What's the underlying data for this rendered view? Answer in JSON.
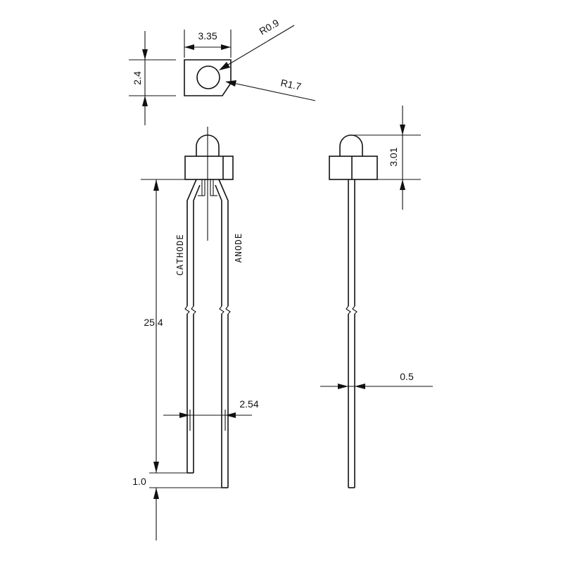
{
  "drawing": {
    "dimensions": {
      "width_top": "3.35",
      "height_top": "2.4",
      "radius_small": "R0.9",
      "radius_large": "R1.7",
      "lead_length": "25.4",
      "lead_pitch": "2.54",
      "lead_offset": "1.0",
      "side_height": "3.01",
      "lead_width": "0.5"
    },
    "labels": {
      "cathode": "CATHODE",
      "anode": "ANODE"
    }
  }
}
